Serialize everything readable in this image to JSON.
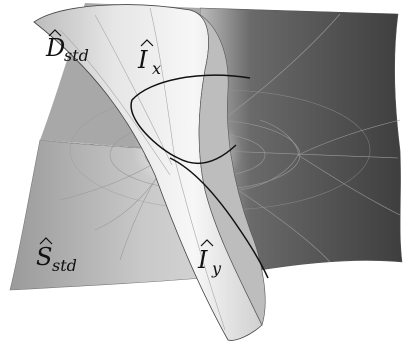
{
  "figure": {
    "labels": {
      "d_std": {
        "main": "D",
        "sub": "std"
      },
      "i_x": {
        "main": "I",
        "sub": "x"
      },
      "s_std": {
        "main": "S",
        "sub": "std"
      },
      "i_y": {
        "main": "I",
        "sub": "y"
      }
    },
    "colors": {
      "dark_surface": "#4a4a4a",
      "mid_surface": "#8e8e8e",
      "light_surface": "#d9d9d9",
      "sheet_highlight": "#f2f2f2",
      "curve_dark": "#111111",
      "grid_line": "#9a9a9a"
    }
  }
}
